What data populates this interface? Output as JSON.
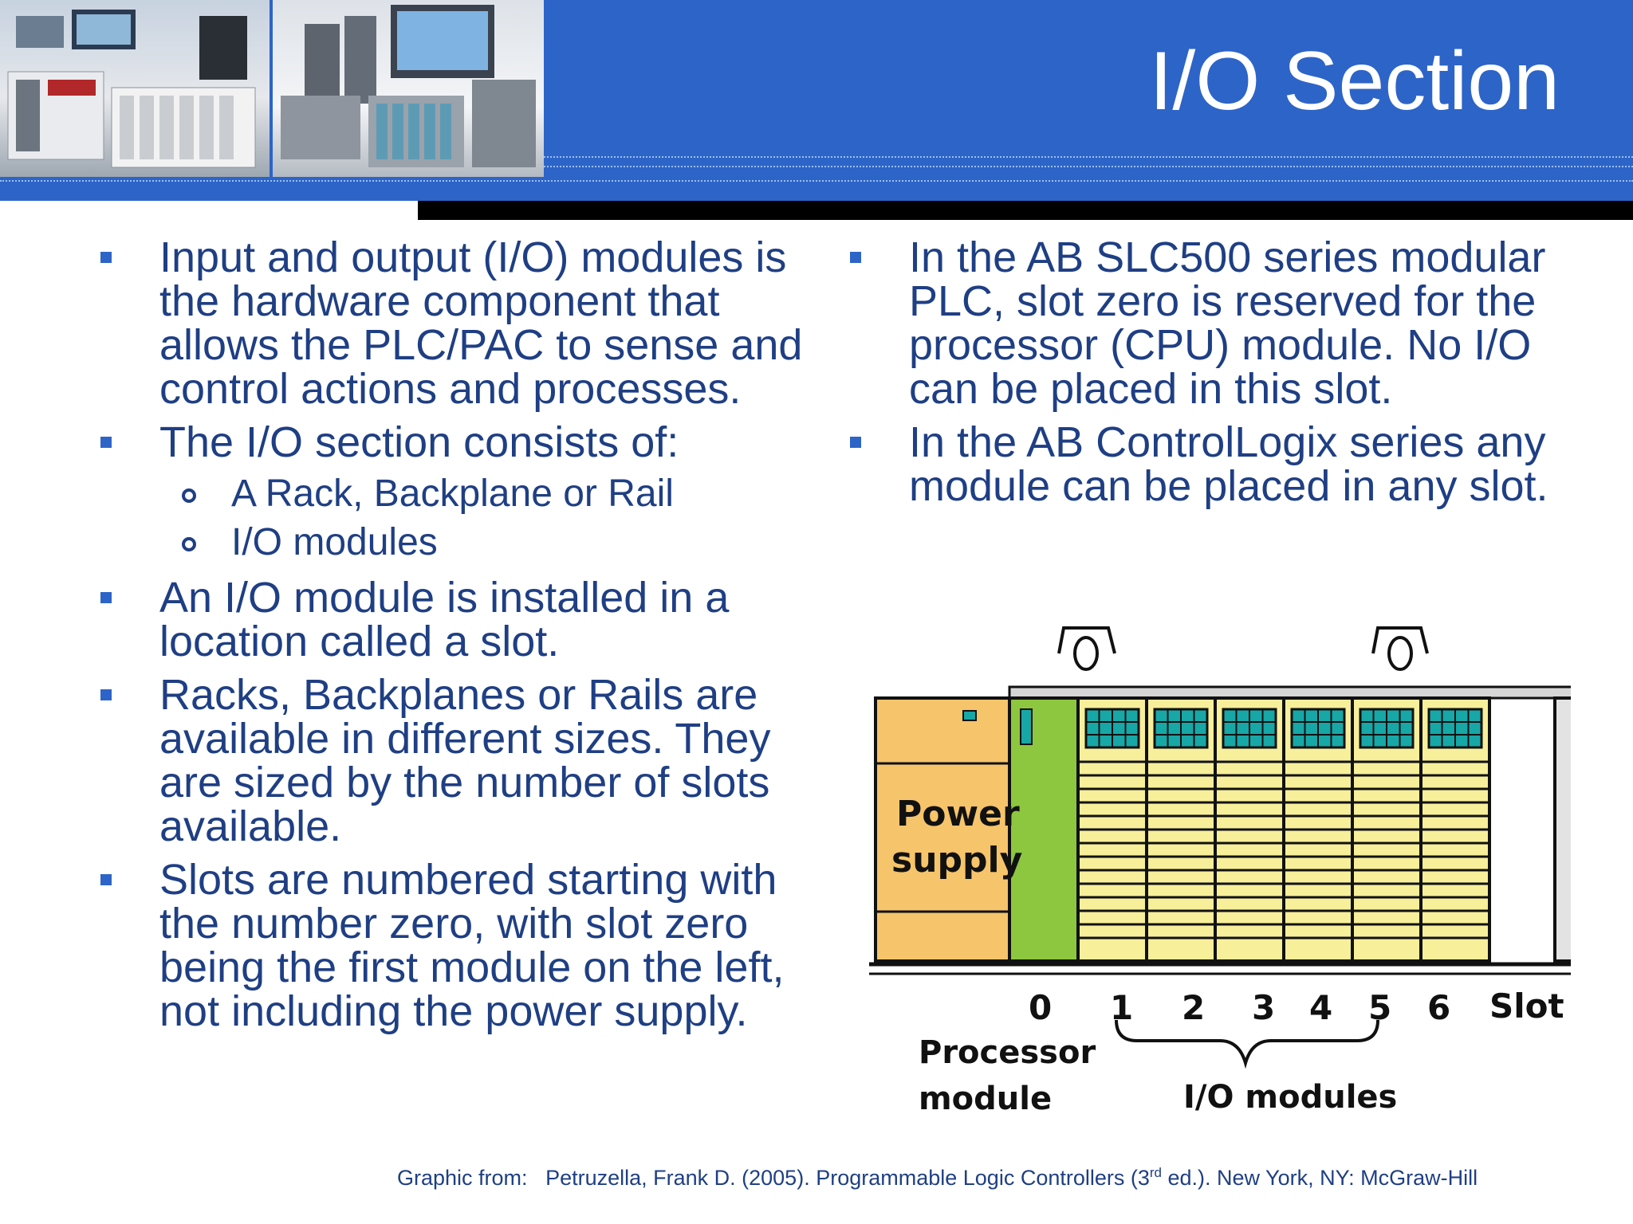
{
  "slide": {
    "title": "I/O Section",
    "colors": {
      "header": "#2d64c8",
      "text": "#1f3f84",
      "power_supply": "#f6c46a",
      "processor": "#8dc63f",
      "io_module": "#f7ef9a",
      "led": "#17a7a7"
    }
  },
  "left_bullets": [
    {
      "text": "Input and output (I/O) modules is the hardware component that allows the PLC/PAC to sense and control actions and processes."
    },
    {
      "text": "The I/O section consists of:",
      "sub": [
        "A Rack, Backplane or Rail",
        "I/O modules"
      ]
    },
    {
      "text": "An I/O module is installed in a location called a slot."
    },
    {
      "text": "Racks, Backplanes or Rails are available in different sizes. They are sized by the number of slots available."
    },
    {
      "text": "Slots are numbered starting with the number zero, with slot zero being the first module on the left, not including the power supply."
    }
  ],
  "right_bullets": [
    {
      "text": "In the AB SLC500 series modular PLC, slot zero is reserved for the processor (CPU) module. No I/O can be placed in this slot."
    },
    {
      "text": "In the AB ControlLogix series any module can be placed in any slot."
    }
  ],
  "diagram": {
    "power_supply_line1": "Power",
    "power_supply_line2": "supply",
    "slot_numbers": [
      "0",
      "1",
      "2",
      "3",
      "4",
      "5",
      "6"
    ],
    "slot_label": "Slot",
    "processor_line1": "Processor",
    "processor_line2": "module",
    "io_label": "I/O modules"
  },
  "footer": {
    "prefix": "Graphic from:",
    "citation_before_sup": "Petruzella, Frank D. (2005). Programmable Logic Controllers (3",
    "sup": "rd",
    "citation_after_sup": " ed.). New York, NY: McGraw-Hill"
  }
}
